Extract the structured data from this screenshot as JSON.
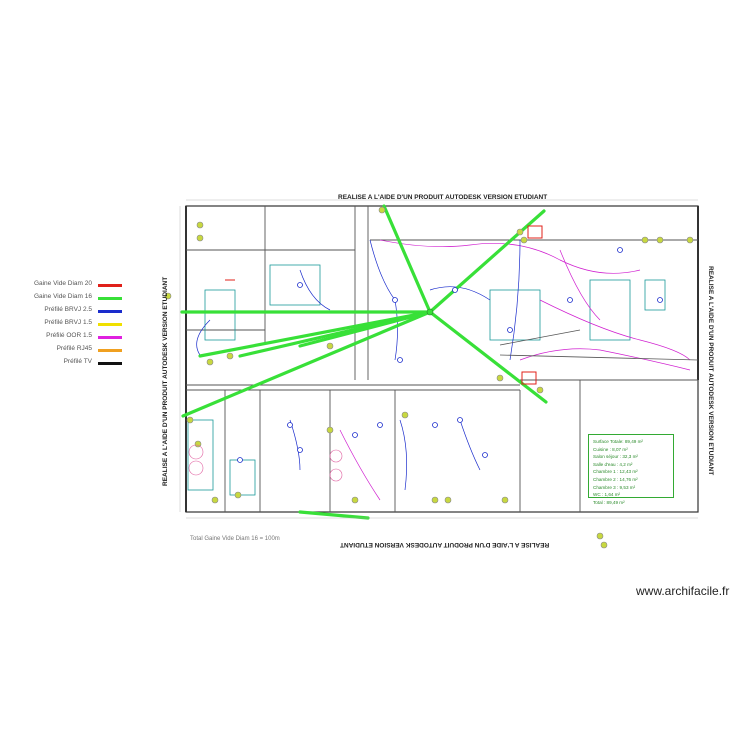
{
  "legend": [
    {
      "label": "Gaine Vide Diam 20",
      "color": "#e0201a"
    },
    {
      "label": "Gaine Vide Diam 16",
      "color": "#38e038"
    },
    {
      "label": "Préfilé BRVJ 2.5",
      "color": "#1a2ccc"
    },
    {
      "label": "Préfilé BRVJ 1.5",
      "color": "#f0e000"
    },
    {
      "label": "Préfilé OOR 1.5",
      "color": "#e020e0"
    },
    {
      "label": "Préfilé RJ45",
      "color": "#f0a020"
    },
    {
      "label": "Préfilé TV",
      "color": "#111111"
    }
  ],
  "watermark": {
    "top": "REALISE A L'AIDE D'UN PRODUIT AUTODESK VERSION ETUDIANT",
    "bottom": "REALISE A L'AIDE D'UN PRODUIT AUTODESK VERSION ETUDIANT",
    "left": "REALISE A L'AIDE D'UN PRODUIT AUTODESK VERSION ETUDIANT",
    "right": "REALISE A L'AIDE D'UN PRODUIT AUTODESK VERSION ETUDIANT"
  },
  "areas": [
    "Surface Totale: 89,49 m²",
    "Cuisine : 8,07 m²",
    "Salon séjour : 32,3 m²",
    "Salle d'eau : 4,2 m²",
    "Chambre 1 : 12,43 m²",
    "Chambre 2 : 14,76 m²",
    "Chambre 3 : 9,53 m²",
    "WC : 1,64 m²",
    "Total : 89,49 m²"
  ],
  "total_note": "Total Gaine Vide Diam 16 = 100m",
  "brand": "www.archifacile.fr"
}
